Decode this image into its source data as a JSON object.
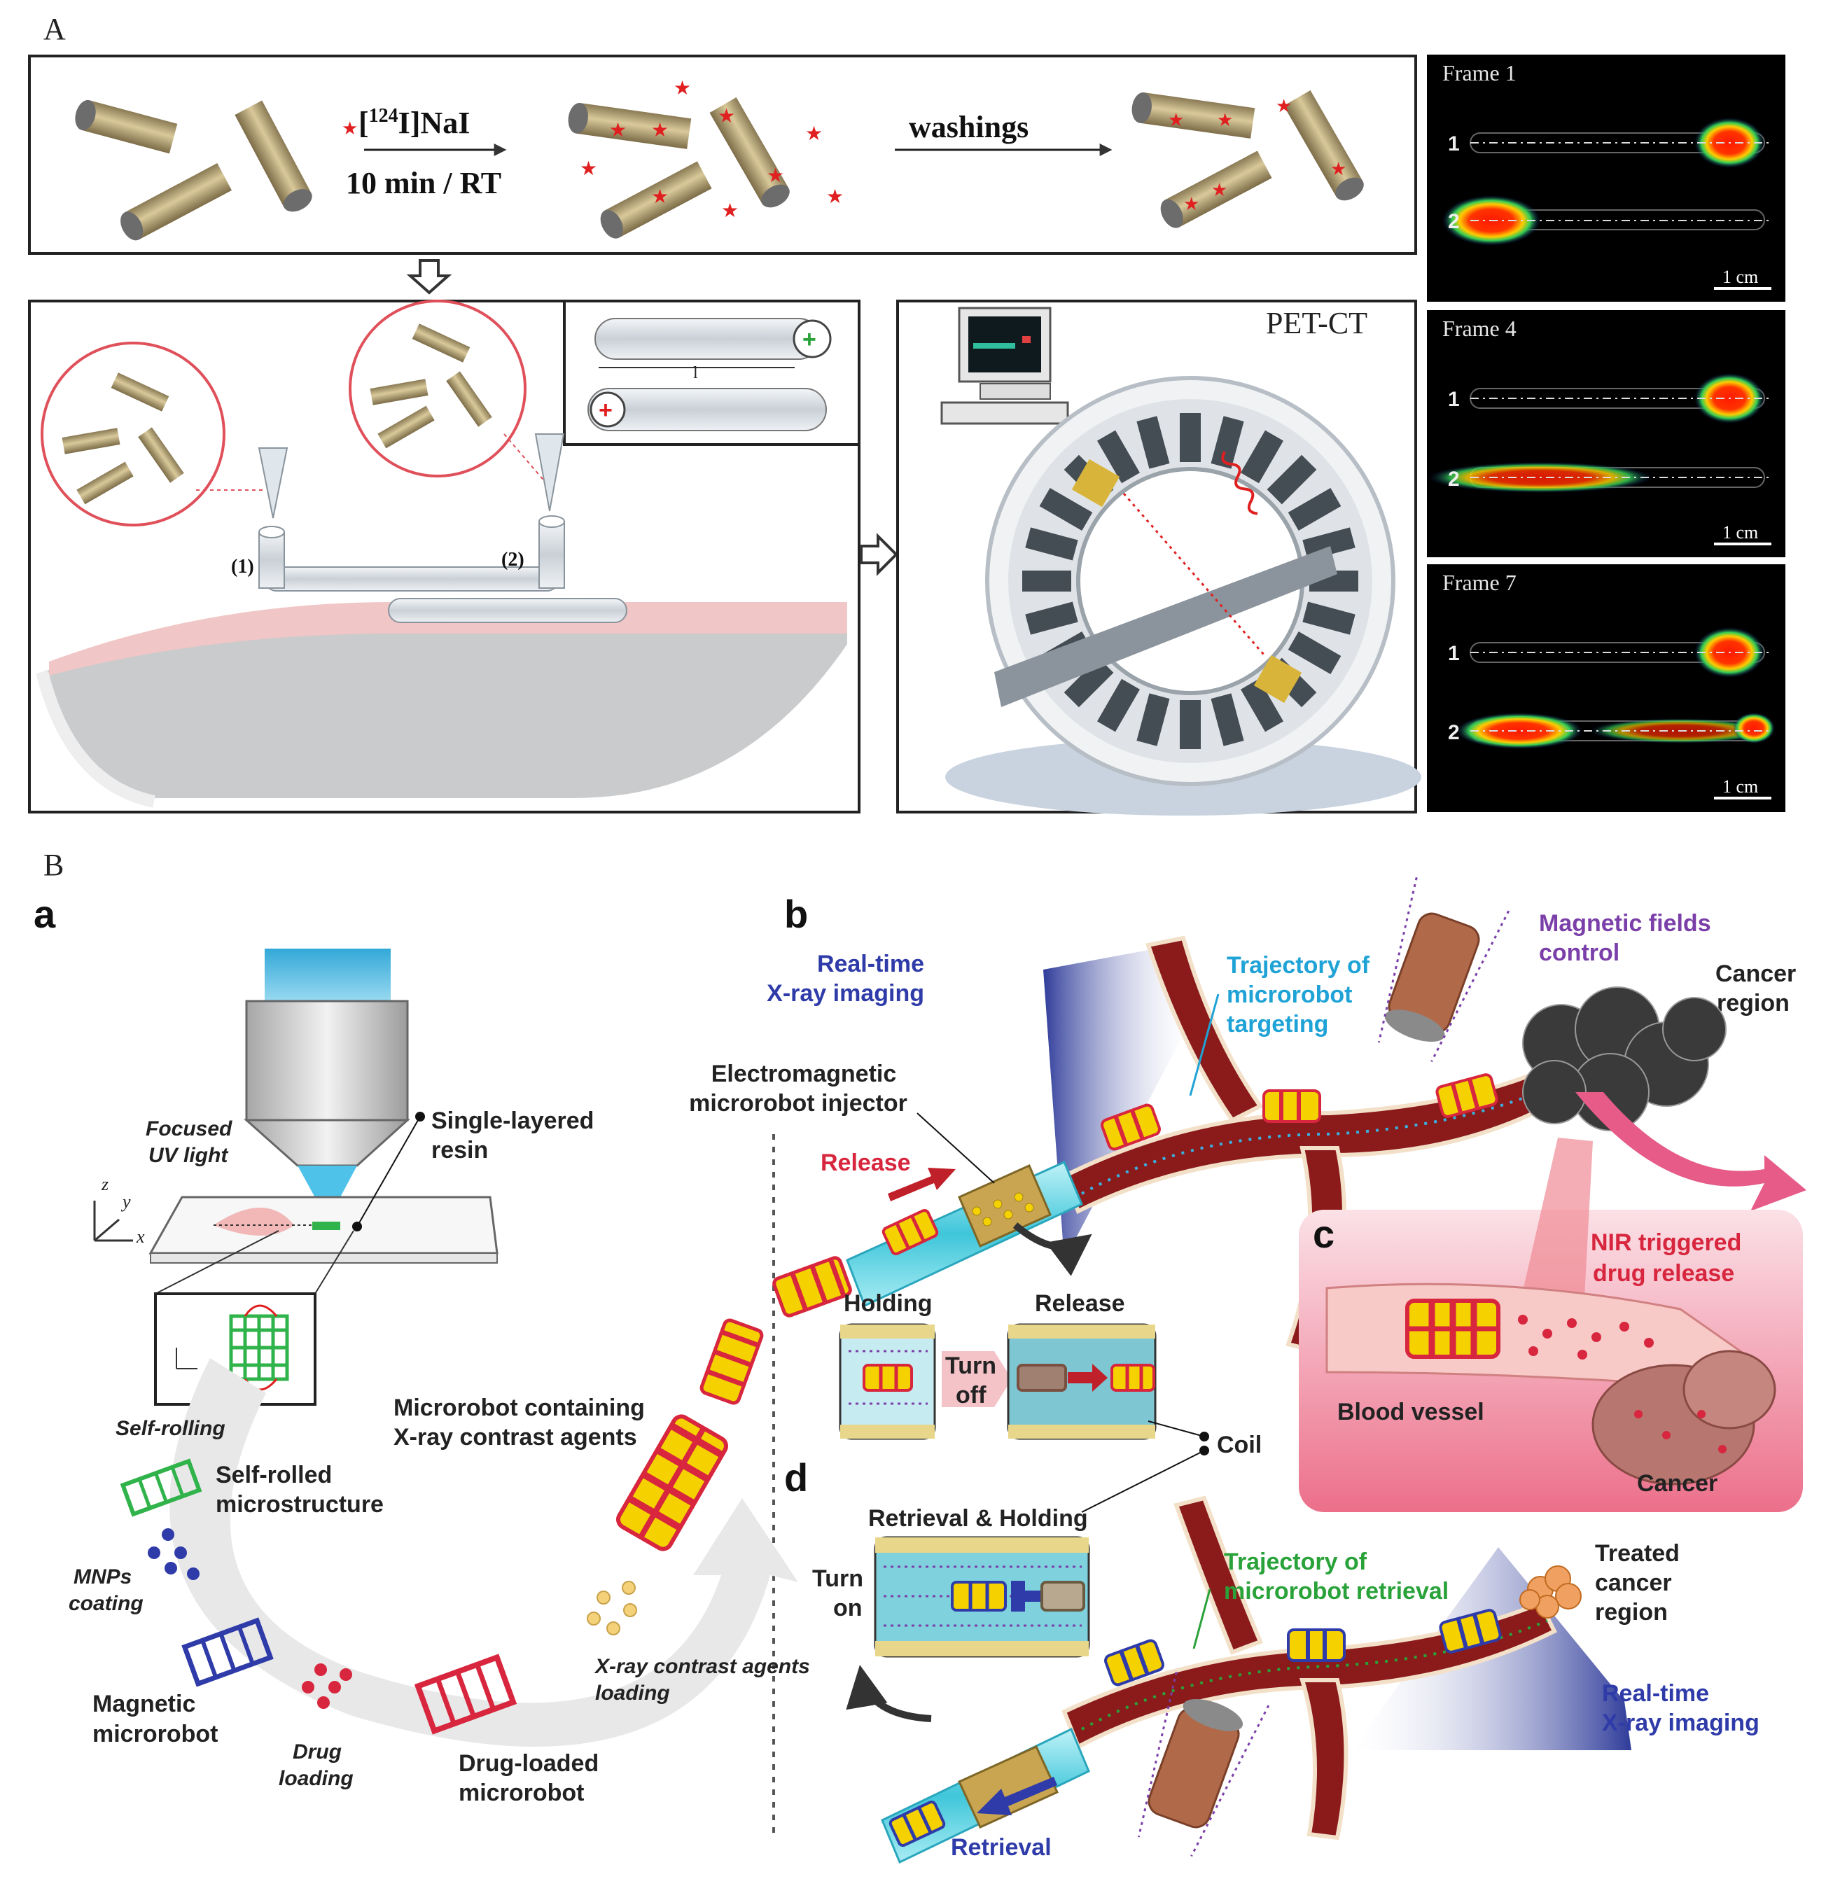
{
  "panelA": {
    "label": "A",
    "reagent": "[124I]NaI",
    "reagent_sup": "124",
    "reagent_pre": "[",
    "reagent_post": "I]NaI",
    "condition": "10 min / RT",
    "washings": "washings",
    "tube1": "(1)",
    "tube2": "(2)",
    "l_label": "l",
    "petct": "PET-CT",
    "frames": [
      {
        "title": "Frame 1",
        "rows": [
          "1",
          "2"
        ],
        "scale": "1 cm"
      },
      {
        "title": "Frame 4",
        "rows": [
          "1",
          "2"
        ],
        "scale": "1 cm"
      },
      {
        "title": "Frame 7",
        "rows": [
          "1",
          "2"
        ],
        "scale": "1 cm"
      }
    ]
  },
  "panelB": {
    "label": "B",
    "sub_a": "a",
    "sub_b": "b",
    "sub_c": "c",
    "sub_d": "d",
    "focused_uv": [
      "Focused",
      "UV light"
    ],
    "single_layer": [
      "Single-layered",
      "resin"
    ],
    "axis_z": "z",
    "axis_y": "y",
    "axis_x": "x",
    "self_rolling": "Self-rolling",
    "self_rolled": [
      "Self-rolled",
      "microstructure"
    ],
    "mnps": [
      "MNPs",
      "coating"
    ],
    "magnetic": [
      "Magnetic",
      "microrobot"
    ],
    "drug_loading": [
      "Drug",
      "loading"
    ],
    "drug_loaded": [
      "Drug-loaded",
      "microrobot"
    ],
    "xray_loading": [
      "X-ray contrast agents",
      "loading"
    ],
    "containing": [
      "Microrobot containing",
      "X-ray contrast agents"
    ],
    "realtime": [
      "Real-time",
      "X-ray imaging"
    ],
    "trajectory_target": [
      "Trajectory of",
      "microrobot",
      "targeting"
    ],
    "magnetic_fields": [
      "Magnetic fields",
      "control"
    ],
    "cancer_region": [
      "Cancer",
      "region"
    ],
    "injector": [
      "Electromagnetic",
      "microrobot injector"
    ],
    "release": "Release",
    "holding": "Holding",
    "release2": "Release",
    "turn_off": [
      "Turn",
      "off"
    ],
    "coil": "Coil",
    "nir": [
      "NIR triggered",
      "drug release"
    ],
    "blood_vessel": "Blood vessel",
    "cancer": "Cancer",
    "retrieval_holding": "Retrieval & Holding",
    "turn_on": [
      "Turn",
      "on"
    ],
    "trajectory_retrieval": [
      "Trajectory of",
      "microrobot retrieval"
    ],
    "treated": [
      "Treated",
      "cancer",
      "region"
    ],
    "realtime2": [
      "Real-time",
      "X-ray imaging"
    ],
    "retrieval": "Retrieval"
  },
  "colors": {
    "red_text": "#d7263d",
    "blue_text": "#2e3ba8",
    "cyan_text": "#1fa3d6",
    "purple_text": "#7a3fa8",
    "green_text": "#2aa23a"
  }
}
